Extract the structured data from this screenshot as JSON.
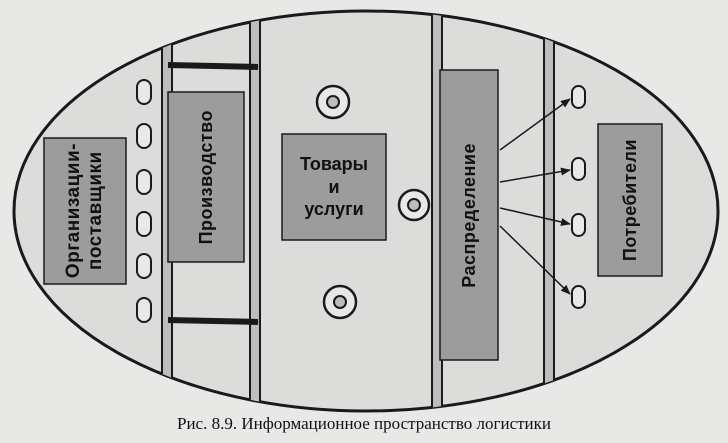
{
  "blocks": {
    "suppliers": "Организации-\nпоставщики",
    "production": "Производство",
    "goods": "Товары\nи\nуслуги",
    "distribution": "Распределение",
    "consumers": "Потребители"
  },
  "caption": "Рис. 8.9.  Информационное пространство логистики",
  "colors": {
    "background": "#e8e8e6",
    "ellipse": "#dcdcda",
    "block": "#9c9c9c",
    "line": "#1a1a1a"
  }
}
